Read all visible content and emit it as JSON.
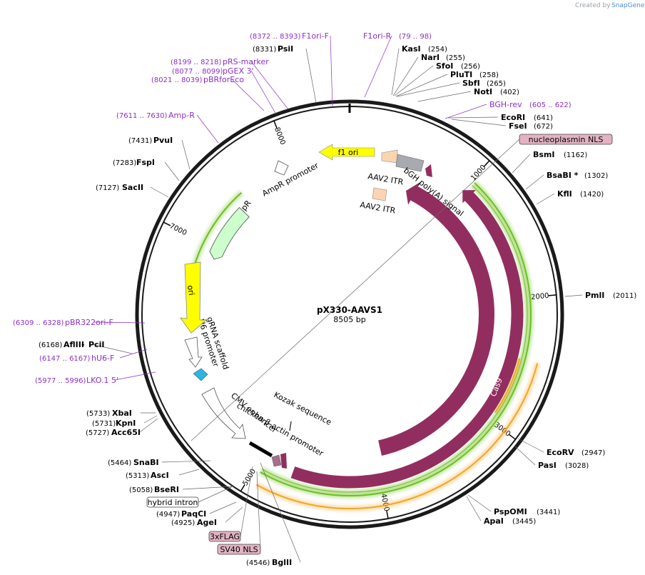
{
  "credit": {
    "prefix": "Created by",
    "brand": "SnapGene"
  },
  "plasmid": {
    "name": "pX330-AAVS1",
    "length": 8505,
    "size_label": "8505 bp"
  },
  "ticks": [
    {
      "pos": 1000,
      "label": "1000"
    },
    {
      "pos": 2000,
      "label": "2000"
    },
    {
      "pos": 3000,
      "label": "3000"
    },
    {
      "pos": 4000,
      "label": "4000"
    },
    {
      "pos": 5000,
      "label": "5000"
    },
    {
      "pos": 7000,
      "label": "7000"
    },
    {
      "pos": 8000,
      "label": "8000"
    }
  ],
  "enzymes_right": [
    {
      "name": "KasI",
      "pos": "(254)"
    },
    {
      "name": "NarI",
      "pos": "(255)"
    },
    {
      "name": "SfoI",
      "pos": "(256)"
    },
    {
      "name": "PluTI",
      "pos": "(258)"
    },
    {
      "name": "SbfI",
      "pos": "(265)"
    },
    {
      "name": "NotI",
      "pos": "(402)"
    },
    {
      "name": "EcoRI",
      "pos": "(641)"
    },
    {
      "name": "FseI",
      "pos": "(672)"
    },
    {
      "name": "BsmI",
      "pos": "(1162)"
    },
    {
      "name": "BsaBI *",
      "pos": "(1302)"
    },
    {
      "name": "KflI",
      "pos": "(1420)"
    },
    {
      "name": "PmlI",
      "pos": "(2011)"
    },
    {
      "name": "EcoRV",
      "pos": "(2947)"
    },
    {
      "name": "PasI",
      "pos": "(3028)"
    },
    {
      "name": "PspOMI",
      "pos": "(3441)"
    },
    {
      "name": "ApaI",
      "pos": "(3445)"
    }
  ],
  "enzymes_left": [
    {
      "name": "PsiI",
      "pos": "(8331)"
    },
    {
      "name": "PvuI",
      "pos": "(7431)"
    },
    {
      "name": "FspI",
      "pos": "(7283)"
    },
    {
      "name": "SacII",
      "pos": "(7127)"
    },
    {
      "name": "AflIII",
      "pos": "(6168)"
    },
    {
      "name": "PciI",
      "pos": "-"
    },
    {
      "name": "XbaI",
      "pos": "(5733)"
    },
    {
      "name": "KpnI",
      "pos": "(5731)"
    },
    {
      "name": "Acc65I",
      "pos": "(5727)"
    },
    {
      "name": "SnaBI",
      "pos": "(5464)"
    },
    {
      "name": "AscI",
      "pos": "(5313)"
    },
    {
      "name": "BseRI",
      "pos": "(5058)"
    },
    {
      "name": "PaqCI",
      "pos": "(4947)"
    },
    {
      "name": "AgeI",
      "pos": "(4925)"
    },
    {
      "name": "BglII",
      "pos": "(4546)"
    }
  ],
  "primers": [
    {
      "name": "F1ori-F",
      "pos": "(8372 .. 8393)"
    },
    {
      "name": "F1ori-R",
      "pos": "(79 .. 98)"
    },
    {
      "name": "pRS-marker",
      "pos": "(8199 .. 8218)"
    },
    {
      "name": "pGEX 3'",
      "pos": "(8077 .. 8099)"
    },
    {
      "name": "pBRforEco",
      "pos": "(8021 .. 8039)"
    },
    {
      "name": "Amp-R",
      "pos": "(7611 .. 7630)"
    },
    {
      "name": "BGH-rev",
      "pos": "(605 .. 622)"
    },
    {
      "name": "pBR322ori-F",
      "pos": "(6309 .. 6328)"
    },
    {
      "name": "hU6-F",
      "pos": "(6147 .. 6167)"
    },
    {
      "name": "LKO.1 5'",
      "pos": "(5977 .. 5996)"
    }
  ],
  "boxed_features": [
    {
      "name": "nucleoplasmin NLS",
      "color": "#e3b3c2"
    },
    {
      "name": "hybrid intron",
      "color": "#ffffff"
    },
    {
      "name": "3xFLAG",
      "color": "#e3b3c2"
    },
    {
      "name": "SV40 NLS",
      "color": "#e3b3c2"
    }
  ],
  "features": {
    "f1_ori": "f1 ori",
    "aav2_itr_1": "AAV2 ITR",
    "aav2_itr_2": "AAV2 ITR",
    "bgh": "bGH poly(A) signal",
    "ampr_promoter": "AmpR promoter",
    "ampr": "AmpR",
    "ori": "ori",
    "grna": "gRNA scaffold",
    "u6": "U6 promoter",
    "cmv": "CMV enhancer",
    "cba": "chicken β-actin promoter",
    "kozak": "Kozak sequence",
    "cas9_inner": "Cas9",
    "cas9_outer": "Cas9"
  },
  "colors": {
    "cas9": "#922e5f",
    "f1_ori": "#ffff00",
    "ori": "#ffff00",
    "itr": "#fcd5b0",
    "bgh": "#a8aab0",
    "ampr": "#ccffcc",
    "green_glow": "#6dc01e",
    "orange_glow": "#f5a623",
    "u6": "#29b6e6",
    "primer": "#8b2fc9",
    "feature_box": "#e3b3c2"
  }
}
